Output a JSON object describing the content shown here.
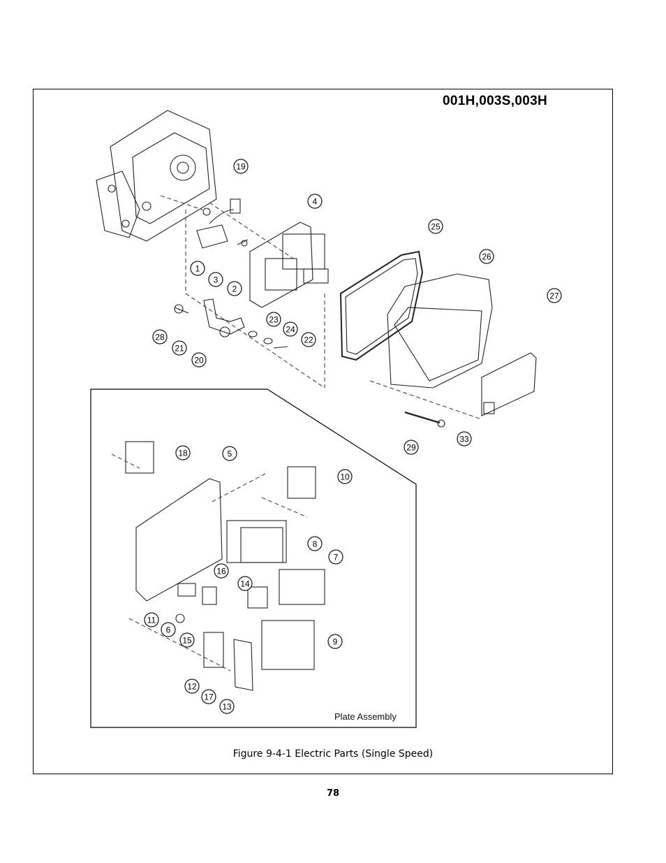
{
  "model_header": "001H,003S,003H",
  "inset_title": "Plate Assembly",
  "figure_caption": "Figure 9-4-1 Electric Parts (Single Speed)",
  "page_number": "78",
  "callouts": [
    "1",
    "2",
    "3",
    "4",
    "5",
    "6",
    "7",
    "8",
    "9",
    "10",
    "11",
    "12",
    "13",
    "14",
    "15",
    "16",
    "17",
    "18",
    "19",
    "20",
    "21",
    "22",
    "23",
    "24",
    "25",
    "26",
    "27",
    "28",
    "29",
    "33"
  ]
}
